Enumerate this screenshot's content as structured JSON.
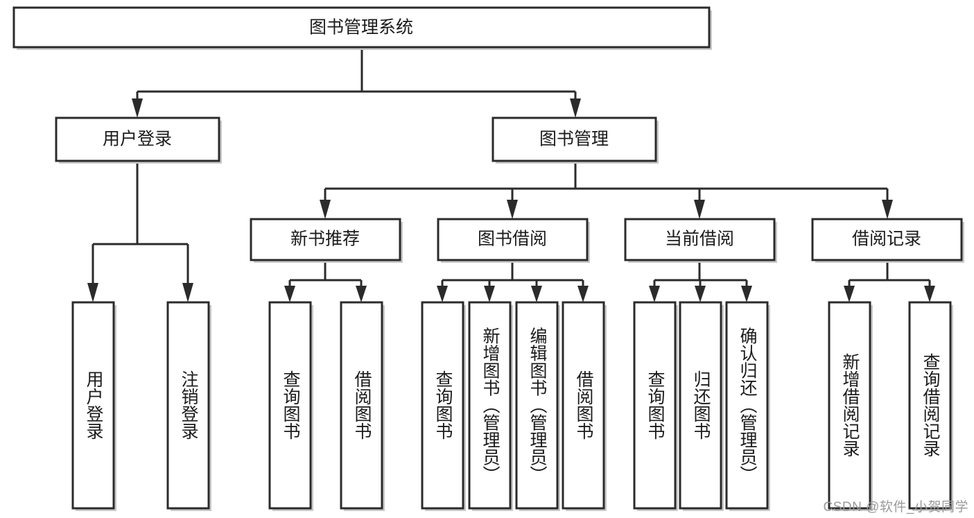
{
  "diagram": {
    "type": "tree",
    "title": "图书管理系统",
    "root": {
      "id": "root",
      "label": "图书管理系统"
    },
    "level2": [
      {
        "id": "user-login",
        "label": "用户登录"
      },
      {
        "id": "book-management",
        "label": "图书管理"
      }
    ],
    "level3": [
      {
        "id": "new-book-recommend",
        "label": "新书推荐",
        "parent": "book-management"
      },
      {
        "id": "book-borrow",
        "label": "图书借阅",
        "parent": "book-management"
      },
      {
        "id": "current-borrow",
        "label": "当前借阅",
        "parent": "book-management"
      },
      {
        "id": "borrow-record",
        "label": "借阅记录",
        "parent": "book-management"
      }
    ],
    "leaves": {
      "user-login": [
        {
          "id": "leaf-user-login",
          "label": "用户登录"
        },
        {
          "id": "leaf-user-logout",
          "label": "注销登录"
        }
      ],
      "new-book-recommend": [
        {
          "id": "leaf-query-book-1",
          "label": "查询图书"
        },
        {
          "id": "leaf-borrow-book-1",
          "label": "借阅图书"
        }
      ],
      "book-borrow": [
        {
          "id": "leaf-query-book-2",
          "label": "查询图书"
        },
        {
          "id": "leaf-add-book",
          "label": "新增图书（管理员）"
        },
        {
          "id": "leaf-edit-book",
          "label": "编辑图书（管理员）"
        },
        {
          "id": "leaf-borrow-book-2",
          "label": "借阅图书"
        }
      ],
      "current-borrow": [
        {
          "id": "leaf-query-book-3",
          "label": "查询图书"
        },
        {
          "id": "leaf-return-book",
          "label": "归还图书"
        },
        {
          "id": "leaf-confirm-return",
          "label": "确认归还（管理员）"
        }
      ],
      "borrow-record": [
        {
          "id": "leaf-add-record",
          "label": "新增借阅记录"
        },
        {
          "id": "leaf-query-record",
          "label": "查询借阅记录"
        }
      ]
    },
    "colors": {
      "stroke": "#2b2b2b",
      "fill": "#ffffff",
      "text": "#1b1b1b",
      "shadow": "#c9c9c9",
      "watermark": "#9a9a9a"
    }
  },
  "watermark": {
    "text": "CSDN @软件_小贺同学"
  }
}
